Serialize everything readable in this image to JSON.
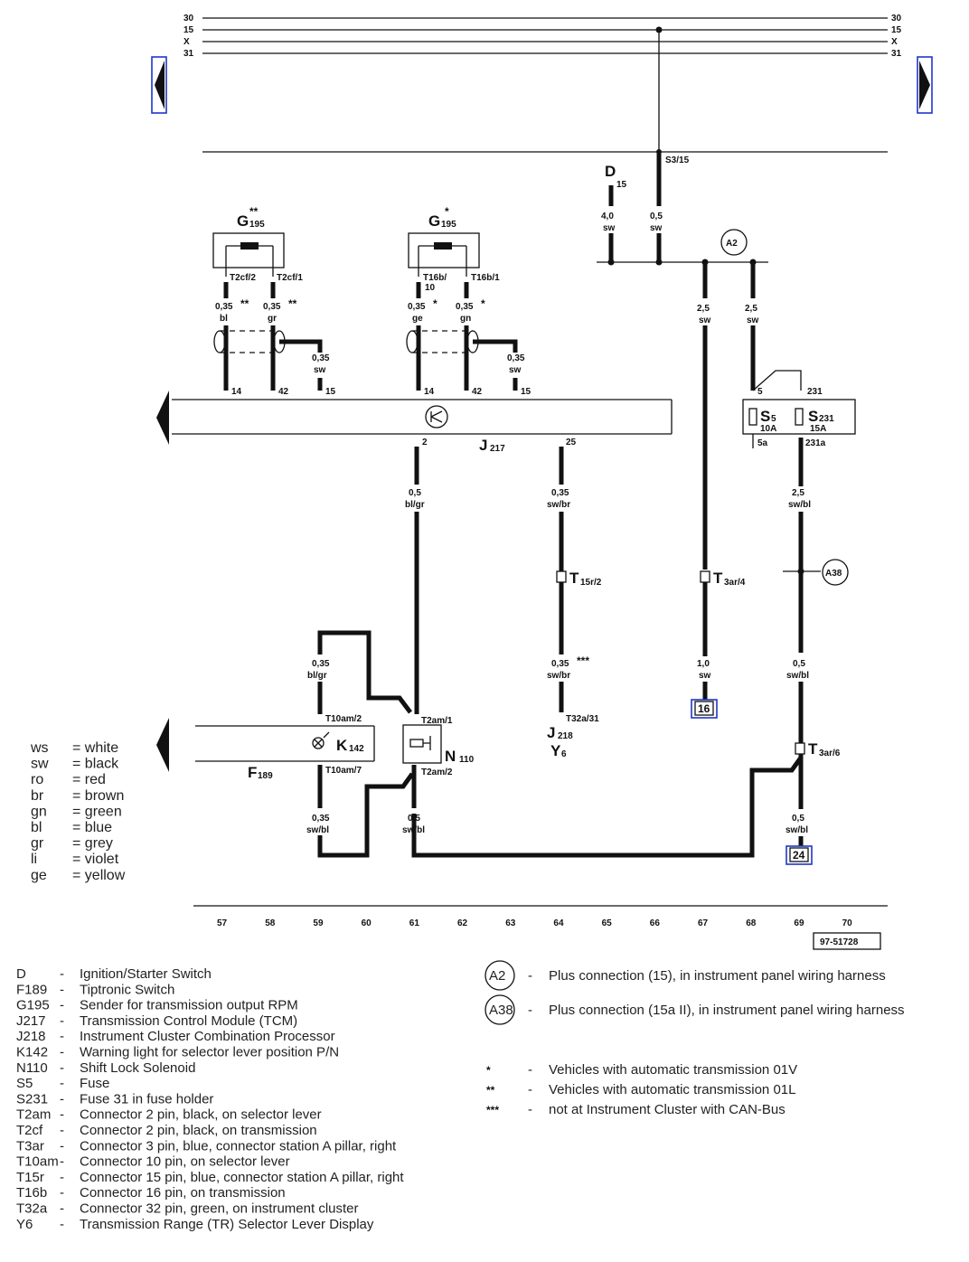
{
  "bus": {
    "lines": [
      "30",
      "15",
      "X",
      "31"
    ]
  },
  "splice": {
    "s3": "S3/15"
  },
  "ignition": {
    "name": "D",
    "terminal": "15"
  },
  "wires": {
    "d_left": [
      "4,0",
      "sw"
    ],
    "d_right": [
      "0,5",
      "sw"
    ],
    "a2_left": [
      "2,5",
      "sw"
    ],
    "a2_right": [
      "2,5",
      "sw"
    ],
    "g1_a": [
      "0,35",
      "bl"
    ],
    "g1_b": [
      "0,35",
      "gr"
    ],
    "g1_c": [
      "0,35",
      "sw"
    ],
    "g2_a": [
      "0,35",
      "ge"
    ],
    "g2_b": [
      "0,35",
      "gn"
    ],
    "g2_c": [
      "0,35",
      "sw"
    ],
    "j217_2": [
      "0,5",
      "bl/gr"
    ],
    "j217_25": [
      "0,35",
      "sw/br"
    ],
    "t15_below": [
      "0,35",
      "sw/br"
    ],
    "t3ar4_below": [
      "1,0",
      "sw"
    ],
    "s231_below": [
      "2,5",
      "sw/bl"
    ],
    "t3ar6_above": [
      "0,5",
      "sw/bl"
    ],
    "t3ar6_below": [
      "0,5",
      "sw/bl"
    ],
    "k142_top": [
      "0,35",
      "bl/gr"
    ],
    "k142_bot": [
      "0,35",
      "sw/bl"
    ],
    "n110_bot": [
      "0,5",
      "sw/bl"
    ]
  },
  "stars": {
    "one": "*",
    "two": "**",
    "three": "***"
  },
  "components": {
    "g195_left": {
      "name": "G",
      "sub": "195",
      "pins": [
        "T2cf/2",
        "T2cf/1"
      ]
    },
    "g195_mid": {
      "name": "G",
      "sub": "195",
      "pins": [
        "T16b/",
        "10",
        "T16b/1"
      ]
    },
    "j217": {
      "name": "J",
      "sub": "217",
      "pins": [
        "14",
        "42",
        "15",
        "14",
        "42",
        "15",
        "2",
        "25"
      ]
    },
    "s5": {
      "name": "S",
      "sub": "5",
      "rating": "10A",
      "pins": [
        "5",
        "5a"
      ]
    },
    "s231": {
      "name": "S",
      "sub": "231",
      "rating": "15A",
      "pins": [
        "231",
        "231a"
      ]
    },
    "a2": "A2",
    "a38": "A38",
    "t15r": {
      "name": "T",
      "sub": "15r/2"
    },
    "t3ar4": {
      "name": "T",
      "sub": "3ar/4"
    },
    "t3ar6": {
      "name": "T",
      "sub": "3ar/6"
    },
    "t32a": "T32a/31",
    "j218": {
      "name": "J",
      "sub": "218"
    },
    "y6": {
      "name": "Y",
      "sub": "6"
    },
    "k142": {
      "name": "K",
      "sub": "142",
      "pins": [
        "T10am/2",
        "T10am/7"
      ]
    },
    "f189": {
      "name": "F",
      "sub": "189"
    },
    "n110": {
      "name": "N",
      "sub": "110",
      "pins": [
        "T2am/1",
        "T2am/2"
      ]
    },
    "ref16": "16",
    "ref24": "24"
  },
  "columns": [
    "57",
    "58",
    "59",
    "60",
    "61",
    "62",
    "63",
    "64",
    "65",
    "66",
    "67",
    "68",
    "69",
    "70"
  ],
  "doc_number": "97-51728",
  "colors": [
    [
      "ws",
      "= white"
    ],
    [
      "sw",
      "= black"
    ],
    [
      "ro",
      "= red"
    ],
    [
      "br",
      "= brown"
    ],
    [
      "gn",
      "= green"
    ],
    [
      "bl",
      "= blue"
    ],
    [
      "gr",
      "= grey"
    ],
    [
      "li",
      "= violet"
    ],
    [
      "ge",
      "= yellow"
    ]
  ],
  "legend": [
    [
      "D",
      "-",
      "Ignition/Starter Switch"
    ],
    [
      "F189",
      "-",
      "Tiptronic Switch"
    ],
    [
      "G195",
      "-",
      "Sender for transmission output RPM"
    ],
    [
      "J217",
      "-",
      "Transmission Control Module (TCM)"
    ],
    [
      "J218",
      "-",
      "Instrument Cluster Combination Processor"
    ],
    [
      "K142",
      "-",
      "Warning light for selector lever position P/N"
    ],
    [
      "N110",
      "-",
      "Shift Lock Solenoid"
    ],
    [
      "S5",
      "-",
      "Fuse"
    ],
    [
      "S231",
      "-",
      "Fuse 31 in fuse holder"
    ],
    [
      "T2am",
      "-",
      "Connector 2 pin, black, on selector lever"
    ],
    [
      "T2cf",
      "-",
      "Connector 2 pin, black, on transmission"
    ],
    [
      "T3ar",
      "-",
      "Connector 3 pin, blue, connector station A pillar, right"
    ],
    [
      "T10am",
      "-",
      "Connector 10 pin, on selector lever"
    ],
    [
      "T15r",
      "-",
      "Connector 15 pin, blue, connector station A pillar, right"
    ],
    [
      "T16b",
      "-",
      "Connector 16 pin, on transmission"
    ],
    [
      "T32a",
      "-",
      "Connector 32 pin, green, on instrument cluster"
    ],
    [
      "Y6",
      "-",
      "Transmission Range (TR) Selector Lever Display"
    ]
  ],
  "legend_right": [
    [
      "A2",
      "-",
      "Plus connection (15), in instrument panel wiring harness"
    ],
    [
      "A38",
      "-",
      "Plus connection (15a II), in instrument panel wiring harness"
    ]
  ],
  "notes": [
    [
      "*",
      "-",
      "Vehicles with automatic transmission 01V"
    ],
    [
      "**",
      "-",
      "Vehicles with automatic transmission 01L"
    ],
    [
      "***",
      "-",
      "not at Instrument Cluster with CAN-Bus"
    ]
  ]
}
